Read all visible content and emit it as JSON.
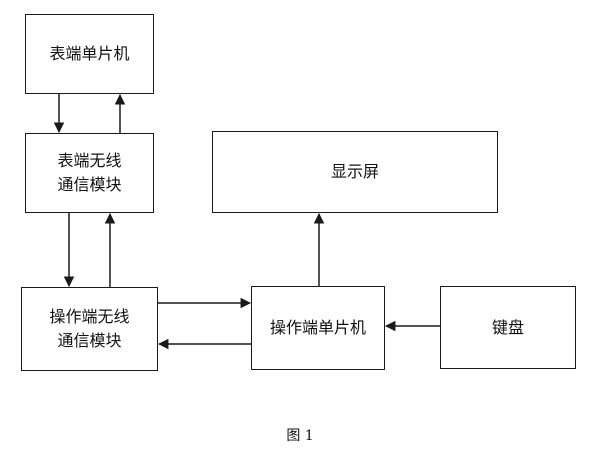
{
  "diagram": {
    "nodes": {
      "meter_mcu": "表端单片机",
      "meter_wireless": "表端无线\n通信模块",
      "op_wireless": "操作端无线\n通信模块",
      "display": "显示屏",
      "op_mcu": "操作端单片机",
      "keyboard": "键盘"
    },
    "caption": "图 1"
  }
}
